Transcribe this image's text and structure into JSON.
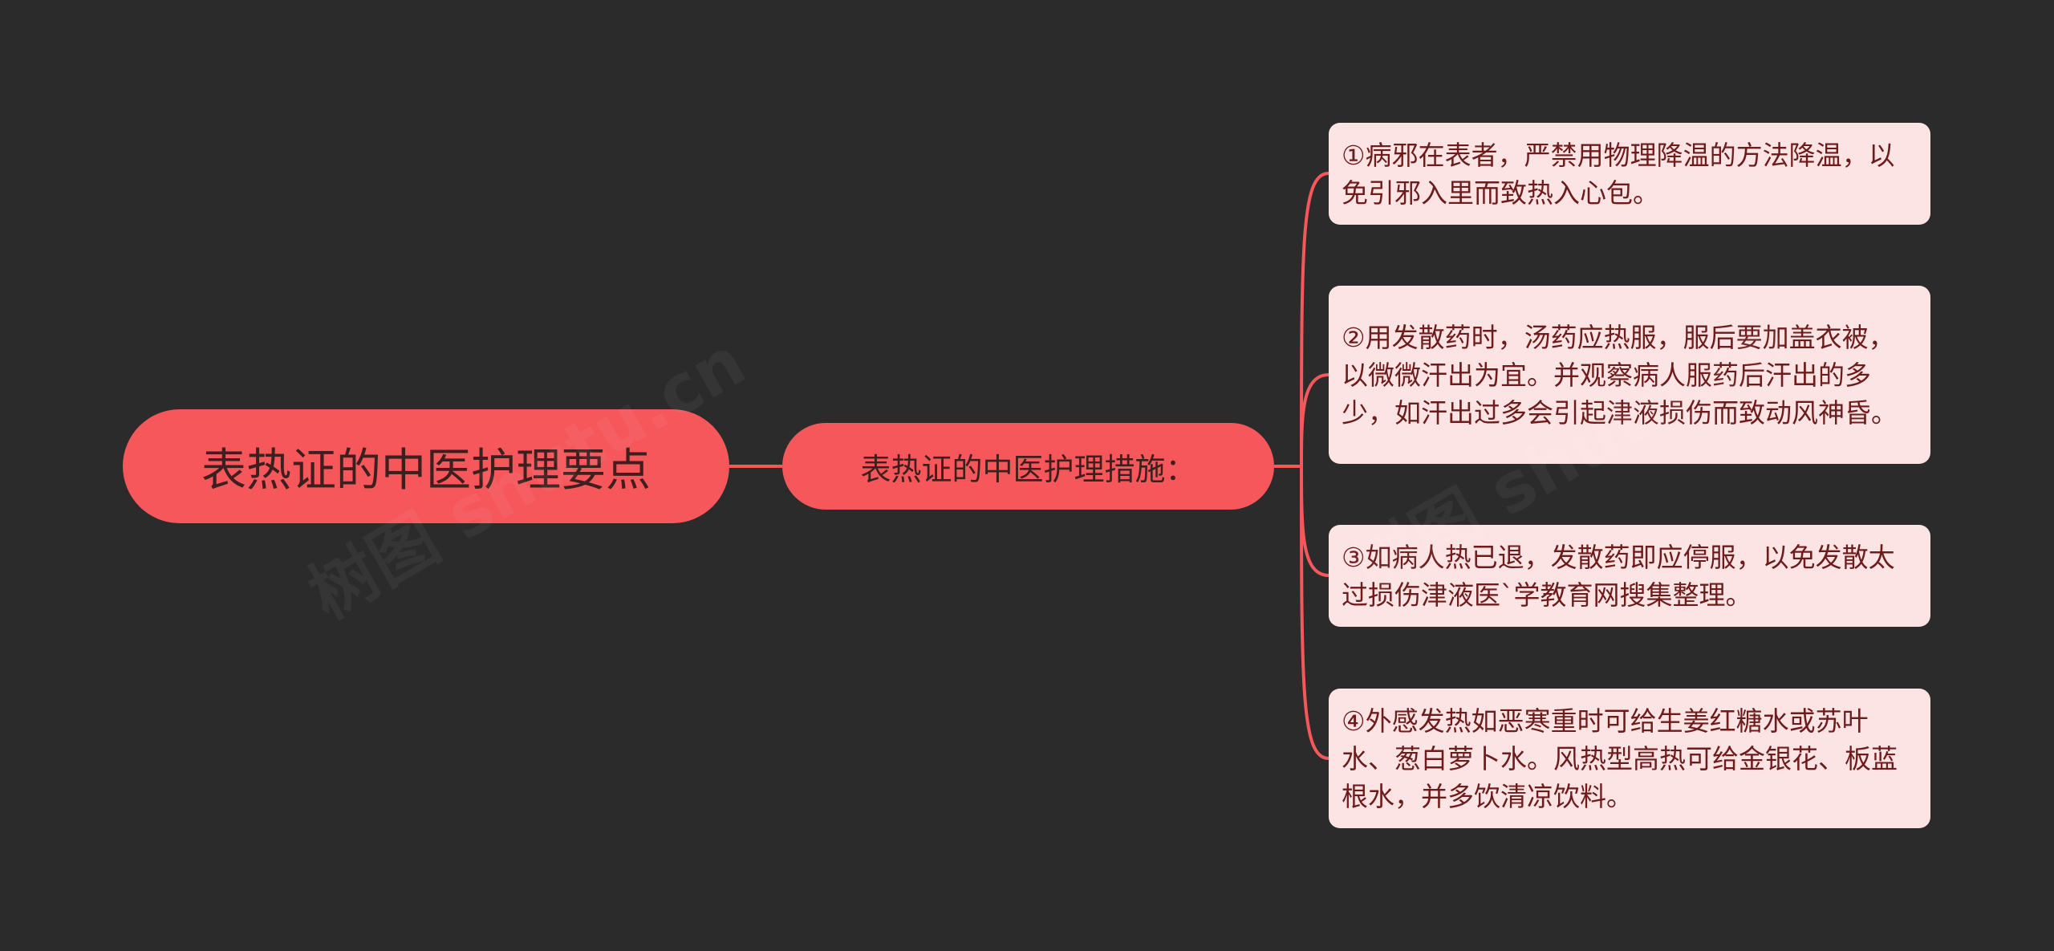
{
  "mindmap": {
    "root": {
      "label": "表热证的中医护理要点"
    },
    "branch": {
      "label": "表热证的中医护理措施："
    },
    "leaves": [
      {
        "text": "①病邪在表者，严禁用物理降温的方法降温，以免引邪入里而致热入心包。"
      },
      {
        "text": "②用发散药时，汤药应热服，服后要加盖衣被，以微微汗出为宜。并观察病人服药后汗出的多少，如汗出过多会引起津液损伤而致动风神昏。"
      },
      {
        "text": "③如病人热已退，发散药即应停服，以免发散太过损伤津液医`学教育网搜集整理。"
      },
      {
        "text": "④外感发热如恶寒重时可给生姜红糖水或苏叶水、葱白萝卜水。风热型高热可给金银花、板蓝根水，并多饮清凉饮料。"
      }
    ]
  },
  "colors": {
    "background": "#2b2b2b",
    "node_fill": "#f5575b",
    "leaf_fill": "#fde4e4",
    "connector": "#f5575b",
    "leaf_text": "#6e1b1b"
  },
  "watermark": {
    "text": "树图 shutu.cn"
  }
}
